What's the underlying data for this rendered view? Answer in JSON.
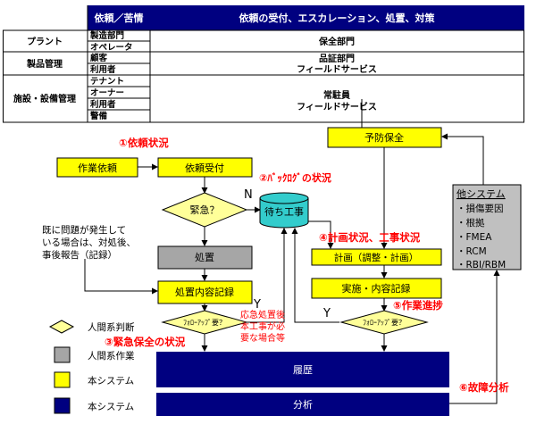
{
  "table": {
    "header": {
      "request": "依頼／苦情",
      "handling": "依頼の受付、エスカレーション、処置、対策"
    },
    "rows": [
      {
        "category": "プラント",
        "requesters": [
          "製造部門",
          "オペレータ"
        ],
        "handlers": [
          "保全部門"
        ]
      },
      {
        "category": "製品管理",
        "requesters": [
          "顧客",
          "利用者"
        ],
        "handlers": [
          "品証部門",
          "フィールドサービス"
        ]
      },
      {
        "category": "施設・設備管理",
        "requesters": [
          "テナント",
          "オーナー",
          "利用者",
          "警備"
        ],
        "handlers": [
          "常駐員",
          "フィールドサービス"
        ]
      }
    ]
  },
  "flow": {
    "work_request": "作業依頼",
    "request_receipt": "依頼受付",
    "emergency": "緊急？",
    "waiting_work": "待ち工事",
    "treatment": "処置",
    "treatment_record": "処置内容記録",
    "followup_left": "ﾌｫﾛｰｱｯﾌﾟ要？",
    "followup_right": "ﾌｫﾛｰｱｯﾌﾟ要？",
    "preventive": "予防保全",
    "plan": "計画（調整・計画）",
    "execution": "実施・内容記録",
    "history": "履歴",
    "analysis": "分析",
    "label_n": "N",
    "label_y_left": "Y",
    "label_y_right": "Y"
  },
  "annotations": {
    "a1": "①依頼状況",
    "a2": "②ﾊﾞｯｸﾛｸﾞの状況",
    "a3": "③緊急保全の状況",
    "a4": "④計画状況、工事状況",
    "a5": "⑤作業進捗",
    "a6": "⑥故障分析",
    "note_lines": [
      "既に問題が発生して",
      "いる場合は、対処後、",
      "事後報告（記録）"
    ],
    "red_note_lines": [
      "応急処置後",
      "本工事が必",
      "要な場合等"
    ]
  },
  "other_systems": {
    "title": "他システム",
    "items": [
      "・損傷要因",
      "・根拠",
      "・FMEA",
      "・RCM",
      "・RBI/RBM"
    ]
  },
  "legend": [
    {
      "shape": "diamond",
      "label": "人間系判断"
    },
    {
      "shape": "gray-box",
      "label": "人間系作業"
    },
    {
      "shape": "yellow-box",
      "label": "本システム"
    },
    {
      "shape": "navy-box",
      "label": "本システム"
    }
  ],
  "colors": {
    "header_navy": "#000080",
    "box_yellow": "#ffff00",
    "diamond_yellow": "#ffff99",
    "work_gray": "#a6a6a6",
    "waiting_teal": "#33cccc",
    "annotation_red": "#ff0000",
    "system_box_gray": "#c0c0c0"
  }
}
